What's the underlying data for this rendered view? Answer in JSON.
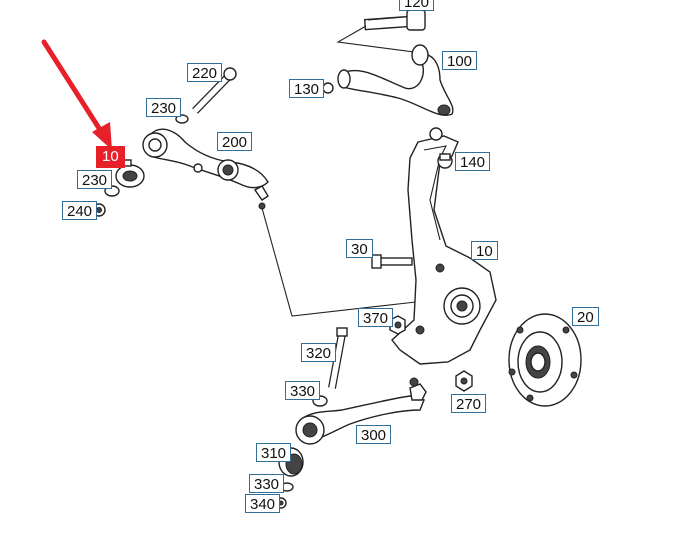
{
  "diagram": {
    "callouts": {
      "c120": "120",
      "c100": "100",
      "c130": "130",
      "c220": "220",
      "c230a": "230",
      "c200": "200",
      "c140": "140",
      "c_hl": "10",
      "c230b": "230",
      "c240": "240",
      "c30": "30",
      "c10": "10",
      "c370": "370",
      "c20": "20",
      "c320": "320",
      "c330a": "330",
      "c270": "270",
      "c300": "300",
      "c310": "310",
      "c330b": "330",
      "c340": "340"
    },
    "highlight_color": "#e8202a",
    "label_border_color": "#2f6f9a"
  }
}
